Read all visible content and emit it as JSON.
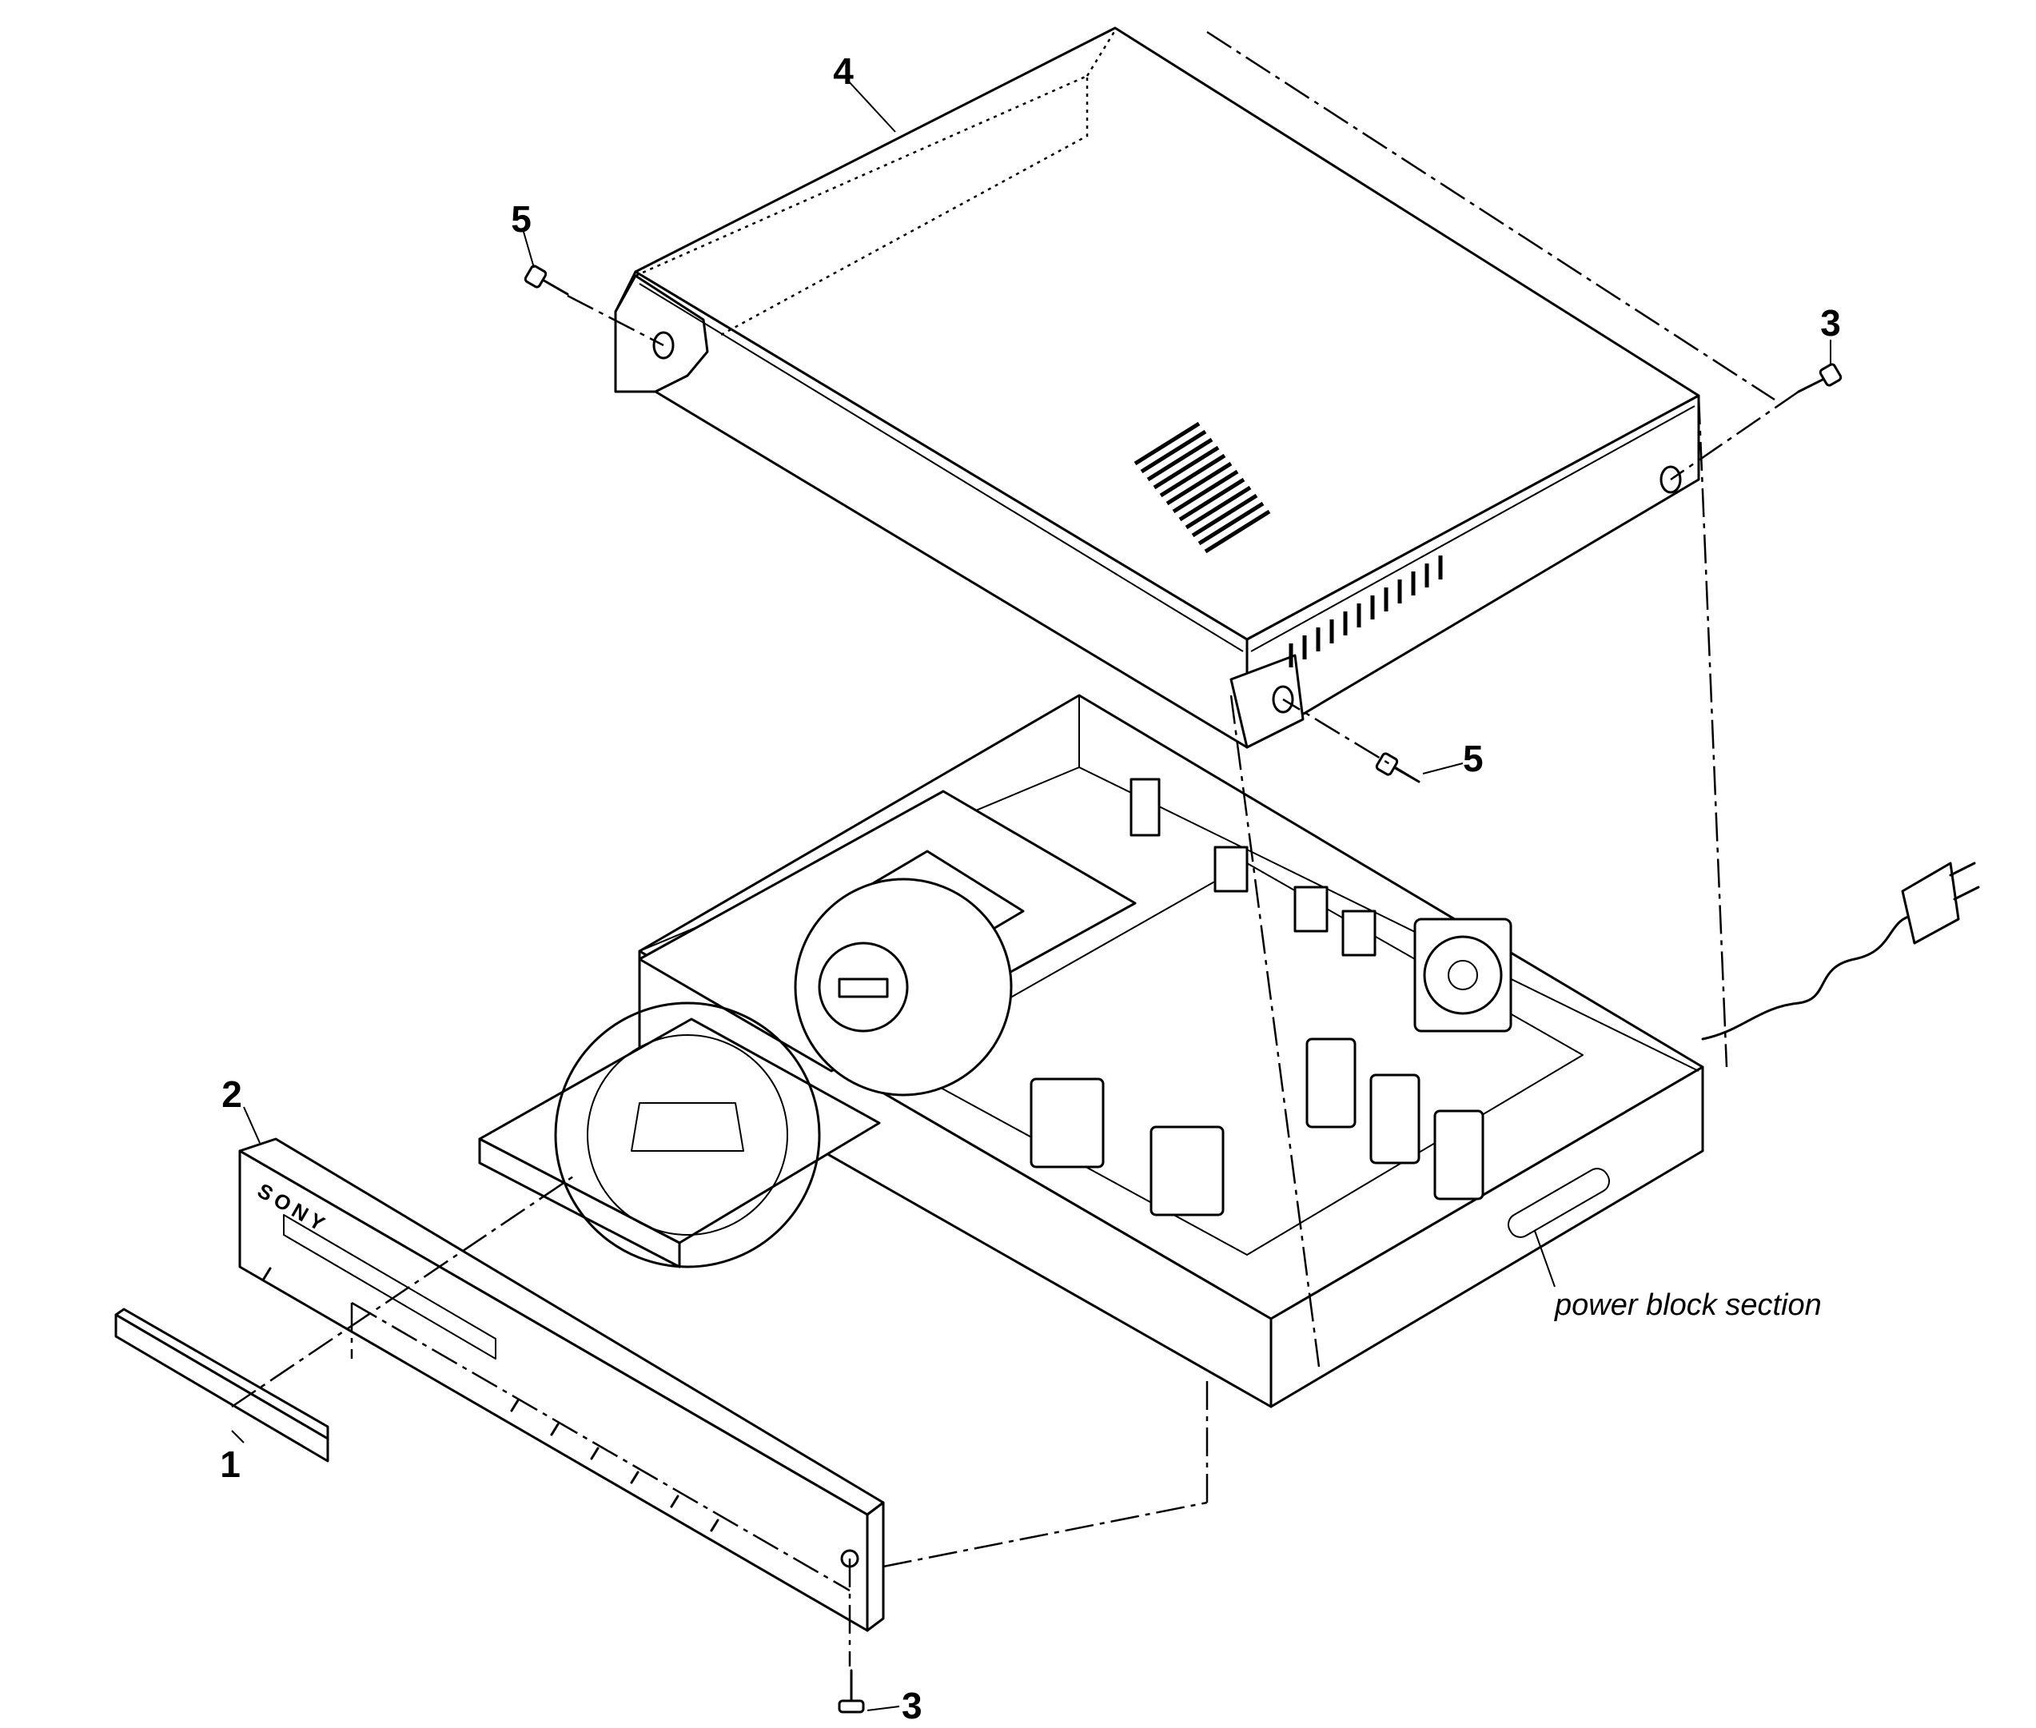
{
  "diagram": {
    "callouts": {
      "part_1": "1",
      "part_2": "2",
      "part_3_top": "3",
      "part_3_bottom": "3",
      "part_4": "4",
      "part_5_left": "5",
      "part_5_right": "5"
    },
    "section_caption": "power block section",
    "front_panel_logo": "SONY"
  }
}
